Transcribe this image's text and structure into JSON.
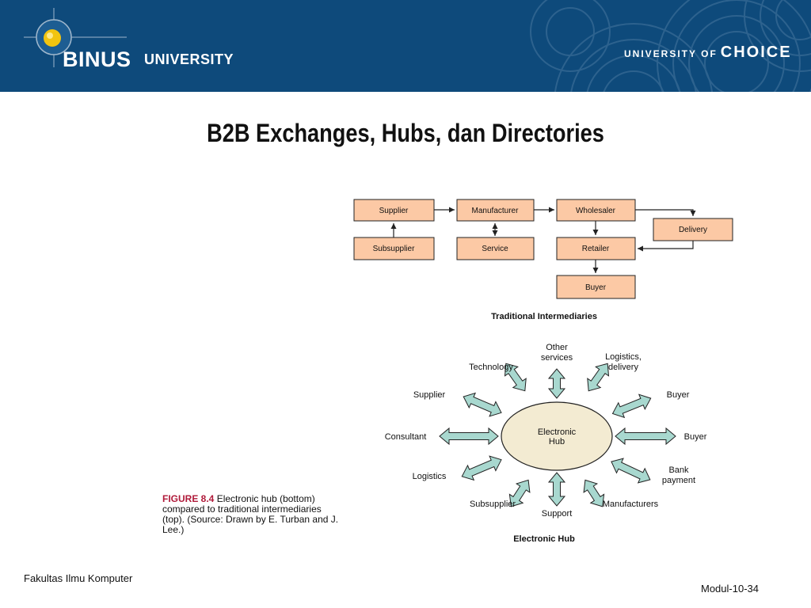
{
  "header": {
    "logo_main": "BINUS",
    "logo_sub": "UNIVERSITY",
    "tagline_small": "UNIVERSITY OF",
    "tagline_big": "CHOICE",
    "colors": {
      "bar": "#0e4a7b",
      "logo_yellow": "#f2c40f"
    }
  },
  "slide": {
    "title": "B2B Exchanges, Hubs, dan Directories"
  },
  "traditional": {
    "boxes": {
      "supplier": "Supplier",
      "manufacturer": "Manufacturer",
      "wholesaler": "Wholesaler",
      "delivery": "Delivery",
      "subsupplier": "Subsupplier",
      "service": "Service",
      "retailer": "Retailer",
      "buyer": "Buyer"
    },
    "caption": "Traditional Intermediaries",
    "box_color": "#fcc9a5"
  },
  "hub": {
    "center_line1": "Electronic",
    "center_line2": "Hub",
    "spokes": [
      {
        "id": "other1",
        "text": "Other"
      },
      {
        "id": "other2",
        "text": "services"
      },
      {
        "id": "log1",
        "text": "Logistics,"
      },
      {
        "id": "log2",
        "text": "delivery"
      },
      {
        "id": "technology",
        "text": "Technology"
      },
      {
        "id": "supplier",
        "text": "Supplier"
      },
      {
        "id": "buyer1",
        "text": "Buyer"
      },
      {
        "id": "consultant",
        "text": "Consultant"
      },
      {
        "id": "buyer2",
        "text": "Buyer"
      },
      {
        "id": "logistics",
        "text": "Logistics"
      },
      {
        "id": "bank1",
        "text": "Bank"
      },
      {
        "id": "bank2",
        "text": "payment"
      },
      {
        "id": "subsupplier",
        "text": "Subsupplier"
      },
      {
        "id": "manufacturers",
        "text": "Manufacturers"
      },
      {
        "id": "support",
        "text": "Support"
      }
    ],
    "caption": "Electronic Hub",
    "circle_color": "#f3ebd2",
    "arrow_color": "#a8d8cf"
  },
  "figure": {
    "label": "FIGURE 8.4",
    "text": "Electronic hub (bottom) compared to traditional intermediaries (top). (Source: Drawn by E. Turban and J. Lee.)"
  },
  "footer": {
    "left": "Fakultas Ilmu Komputer",
    "right": "Modul-10-34"
  }
}
